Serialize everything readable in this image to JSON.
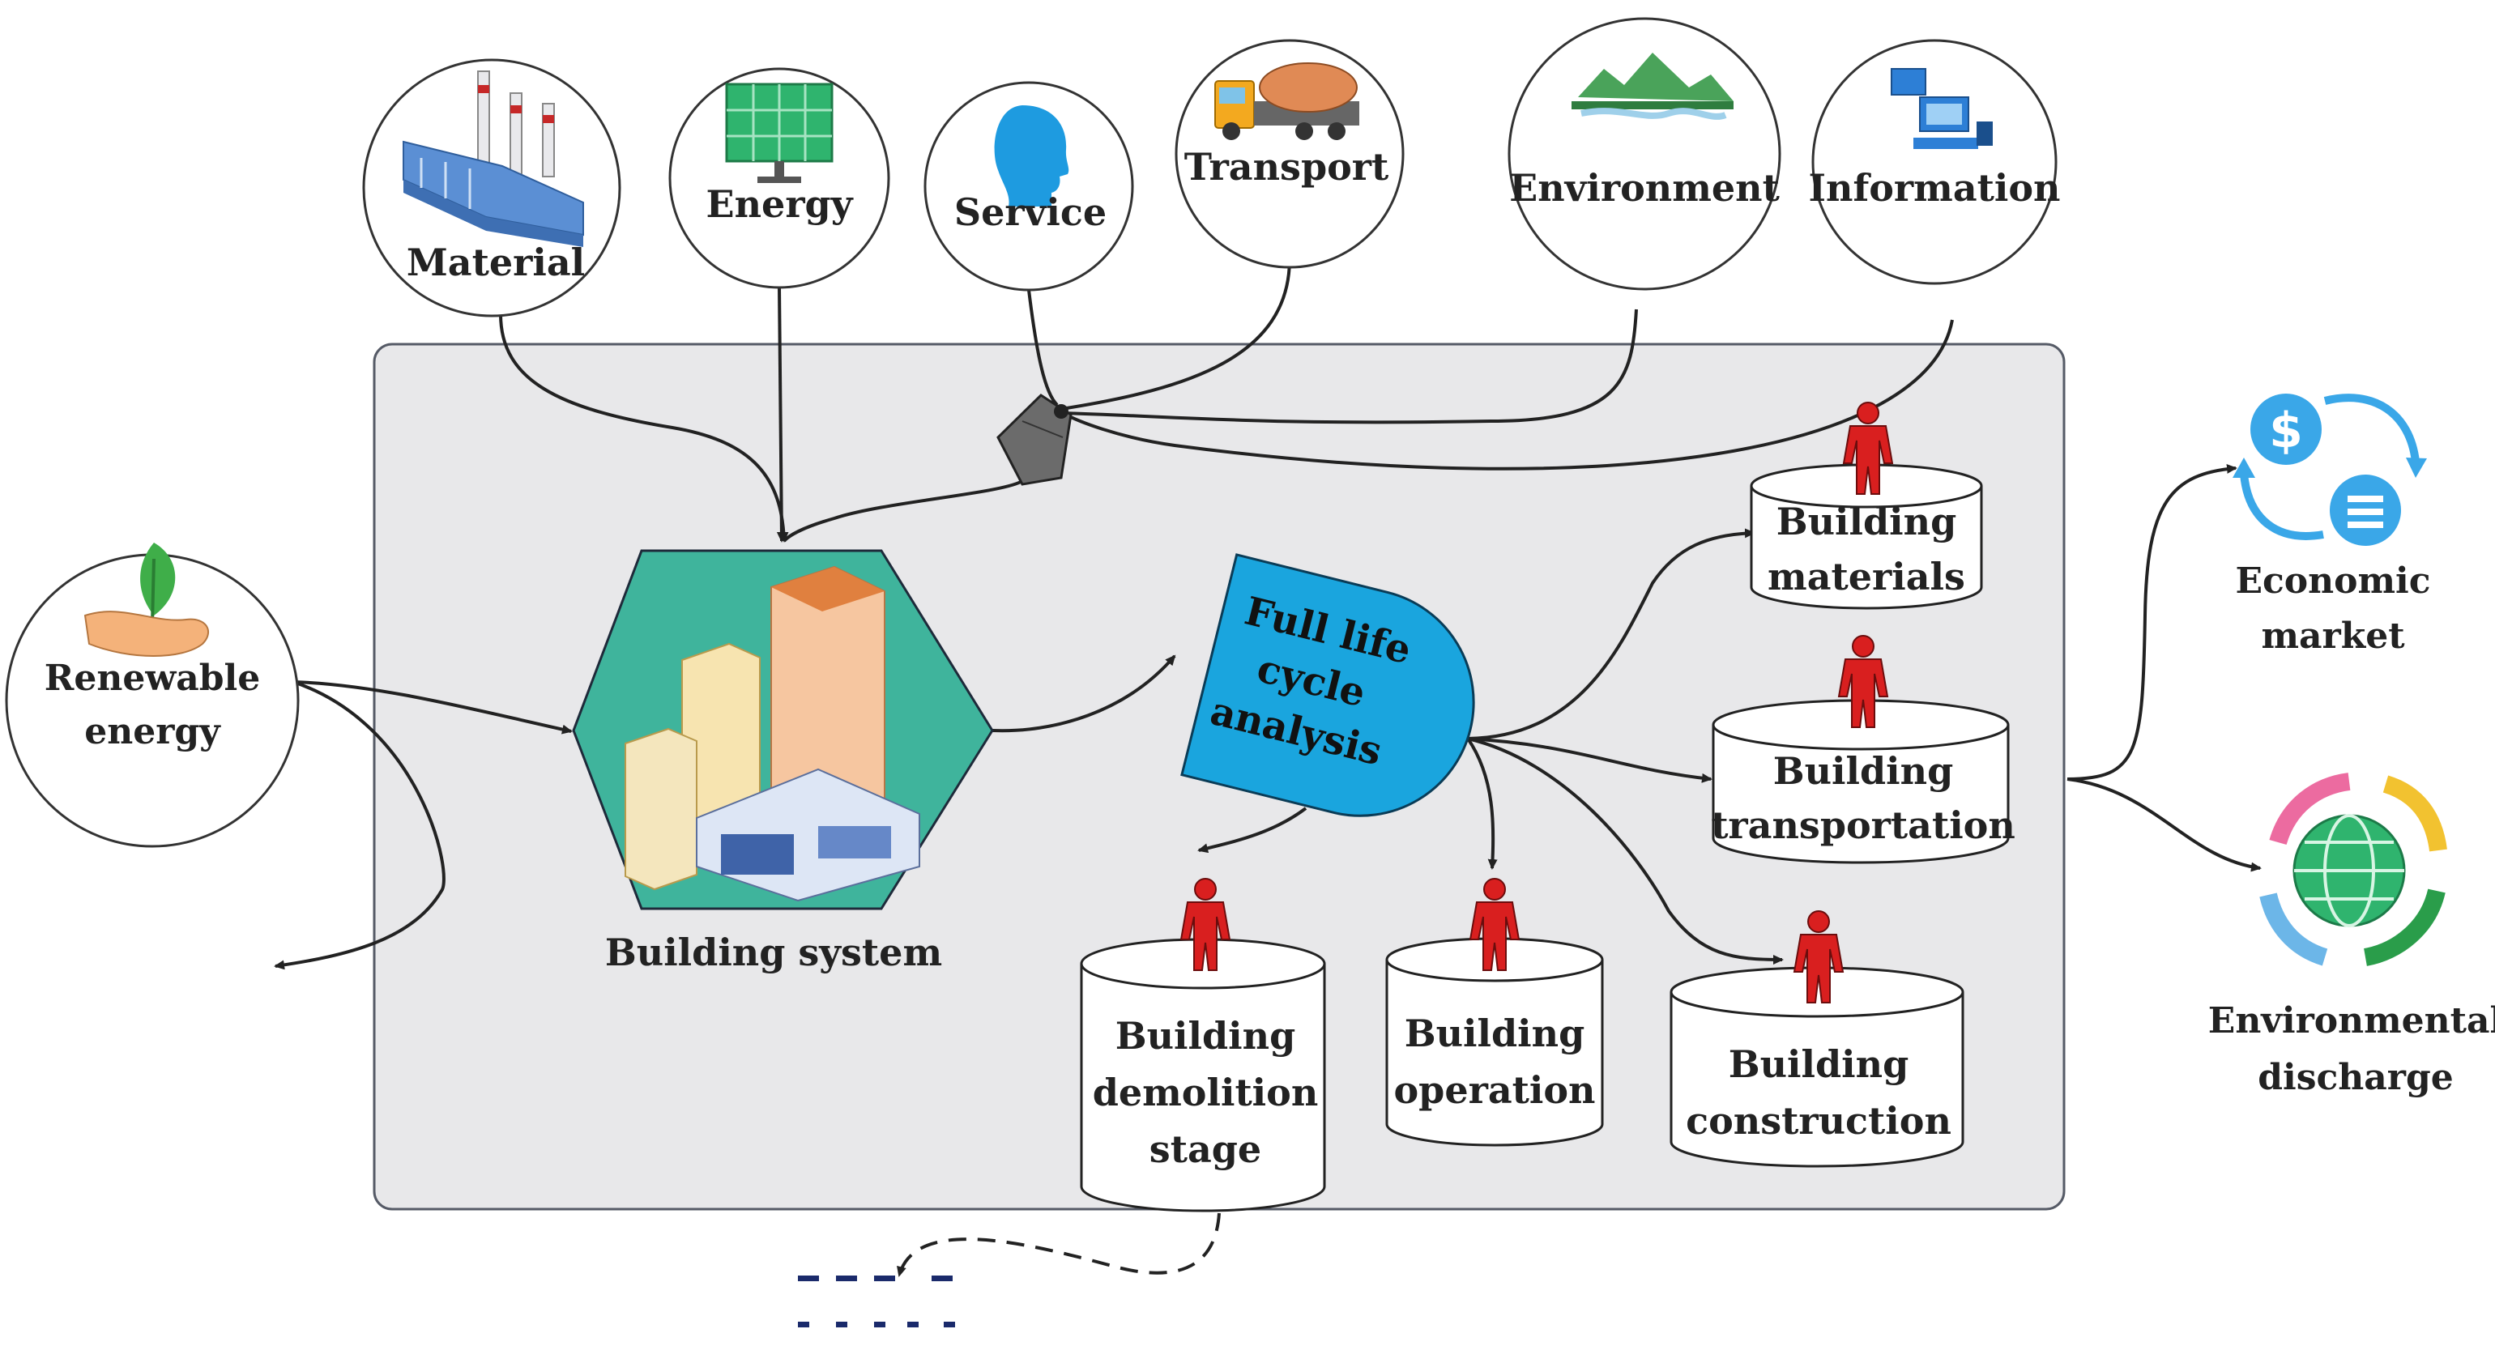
{
  "colors": {
    "system_panel": "#E8E8EA",
    "hexagon": "#3FB49C",
    "analysis_shape": "#1AA5DE",
    "person": "#D91F1F",
    "funnel": "#6B6B6B",
    "dashes": "#1A2A6B"
  },
  "inputs": [
    {
      "label": "Material",
      "icon": "factory-icon"
    },
    {
      "label": "Energy",
      "icon": "solar-panel-icon"
    },
    {
      "label": "Service",
      "icon": "person-head-icon"
    },
    {
      "label": "Transport",
      "icon": "truck-icon"
    },
    {
      "label": "Environment",
      "icon": "landscape-icon"
    },
    {
      "label": "Information",
      "icon": "computer-icon"
    }
  ],
  "renewable": {
    "line1": "Renewable",
    "line2": "energy",
    "icon": "plant-hand-icon"
  },
  "building_system": {
    "label": "Building system",
    "icon": "buildings-icon"
  },
  "analysis": {
    "line1": "Full life",
    "line2": "cycle",
    "line3": "analysis"
  },
  "stages": {
    "materials": {
      "line1": "Building",
      "line2": "materials"
    },
    "transportation": {
      "line1": "Building",
      "line2": "transportation"
    },
    "construction": {
      "line1": "Building",
      "line2": "construction"
    },
    "operation": {
      "line1": "Building",
      "line2": "operation"
    },
    "demolition": {
      "line1": "Building",
      "line2": "demolition",
      "line3": "stage"
    }
  },
  "outputs": {
    "economic": {
      "line1": "Economic",
      "line2": "market",
      "icon": "currency-exchange-icon"
    },
    "environmental": {
      "line1": "Environmental",
      "line2": "discharge",
      "icon": "globe-recycle-icon"
    }
  }
}
